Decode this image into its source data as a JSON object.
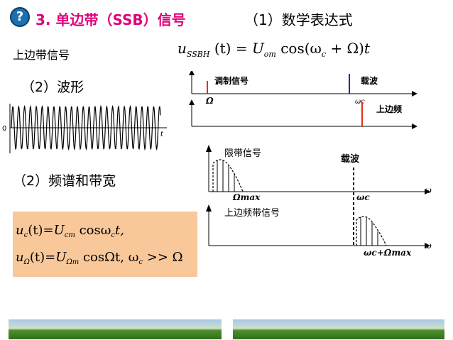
{
  "title": {
    "icon_glyph": "?",
    "text": "3. 单边带（SSB）信号"
  },
  "heading_math": "（1）数学表达式",
  "upper_sideband_label": "上边带信号",
  "formula": {
    "lhs_var": "u",
    "lhs_sub": "SSBH",
    "lhs_arg": "(t) =",
    "amp": "U",
    "amp_sub": "om",
    "cos": "cos(ω",
    "omega_sub": "c",
    "plus": "+ Ω)",
    "t": "t"
  },
  "wave_heading": "（2）波形",
  "spec_heading": "（2）频谱和带宽",
  "spectrum_top": {
    "mod_label": "调制信号",
    "carrier_label": "载波",
    "omega_label": "Ω",
    "omegac_label": "ωc",
    "usb_label": "上边频"
  },
  "spectrum_band": {
    "band_label": "限带信号",
    "carrier_label": "载波",
    "omega_max": "Ωmax",
    "omega_c": "ωc",
    "omega_axis": "ω",
    "usb_band_label": "上边频带信号",
    "sum_label": "ωc+Ωmax",
    "omega_axis2": "ω"
  },
  "wave_axis_label": "t",
  "wave_zero": "0",
  "inline_formulas": {
    "line1": {
      "u": "u",
      "sub": "c",
      "arg": "(t)",
      "eq": "=U",
      "amp_sub": "cm",
      "rest": "cosω",
      "om_sub": "c",
      "tail": "t,"
    },
    "line2": {
      "u": "u",
      "sub": "Ω",
      "arg": "(t)",
      "eq": "=U",
      "amp_sub": "Ωm",
      "rest": "cosΩt, ω",
      "om_sub": "c",
      "tail": ">> Ω"
    }
  },
  "colors": {
    "title": "#e0007a",
    "icon": "#1d6fb0",
    "red_line": "#e0301e",
    "blue_line": "#2a2aa0",
    "box": "#f9c89a",
    "axis": "#000000"
  }
}
